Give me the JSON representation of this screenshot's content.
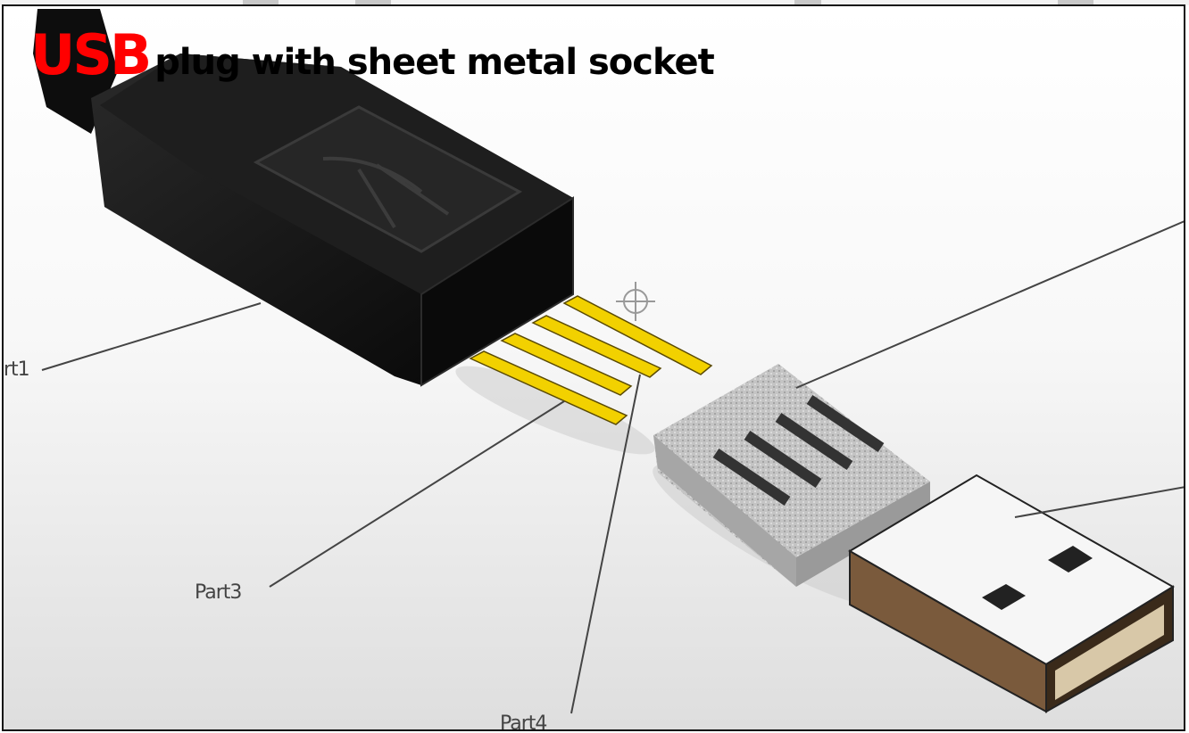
{
  "title": {
    "highlight": "USB",
    "rest": "plug with sheet metal socket",
    "highlight_color": "#ff0000"
  },
  "callouts": {
    "part1": "rt1",
    "part3": "Part3",
    "part4": "Part4"
  },
  "colors": {
    "plug_body": "#111111",
    "pins": "#f2d100",
    "insert": "#b8b8b8",
    "shell": "#7a5a3c"
  },
  "icons": [
    "move-triad-icon"
  ]
}
